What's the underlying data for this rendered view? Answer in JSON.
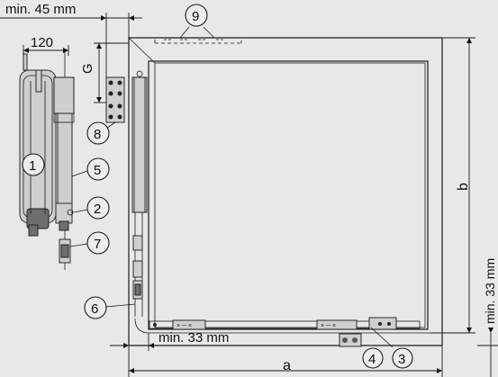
{
  "dimensions": {
    "min45": "min. 45 mm",
    "d120": "120",
    "g": "G",
    "b": "b",
    "a": "a",
    "min33_h": "min. 33 mm",
    "min33_v": "min. 33 mm"
  },
  "callouts": {
    "c1": "1",
    "c2": "2",
    "c3": "3",
    "c4": "4",
    "c5": "5",
    "c6": "6",
    "c7": "7",
    "c8": "8",
    "c9": "9"
  }
}
